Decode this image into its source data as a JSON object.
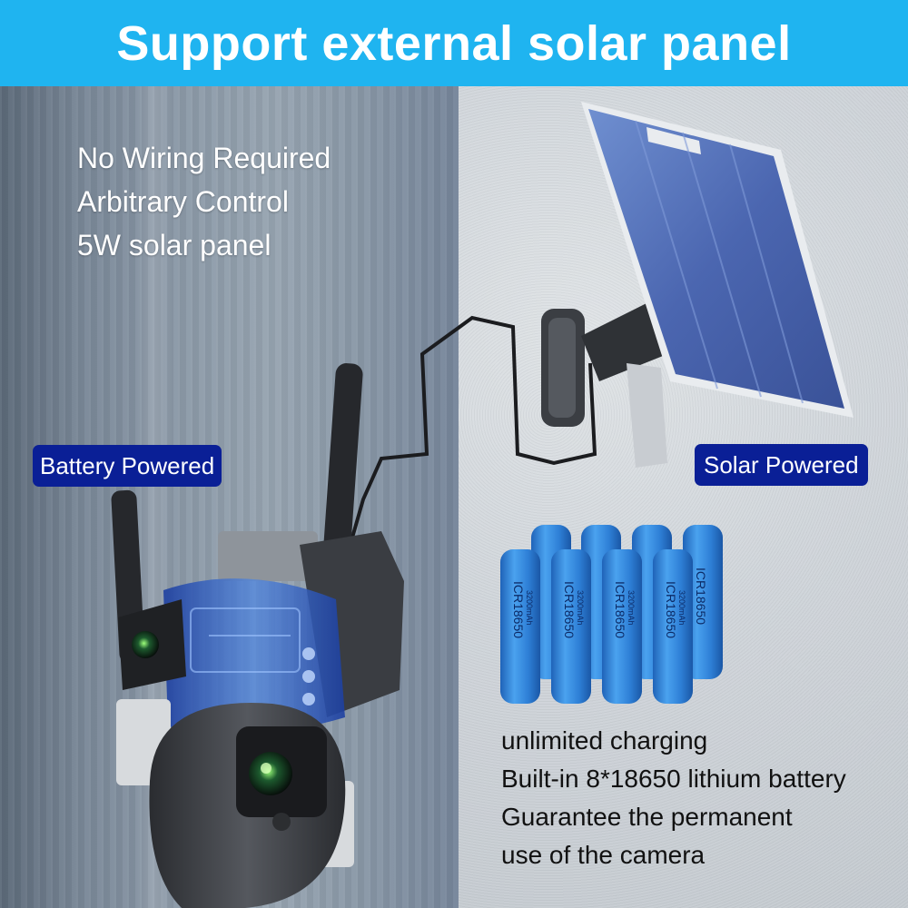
{
  "header": {
    "title": "Support external solar panel"
  },
  "features": [
    "No Wiring Required",
    "Arbitrary Control",
    "5W solar panel"
  ],
  "badges": {
    "battery": "Battery Powered",
    "solar": "Solar Powered"
  },
  "battery_label": {
    "model": "ICR18650",
    "capacity": "3200mAh"
  },
  "bottom_text": [
    "unlimited charging",
    "Built-in 8*18650 lithium battery",
    "Guarantee the permanent",
    "use of the camera"
  ],
  "colors": {
    "header_bg": "#1fb4f0",
    "badge_bg": "#0a1f96",
    "battery_blue": "#2f86d8",
    "solar_panel": "#4f6fb8"
  }
}
